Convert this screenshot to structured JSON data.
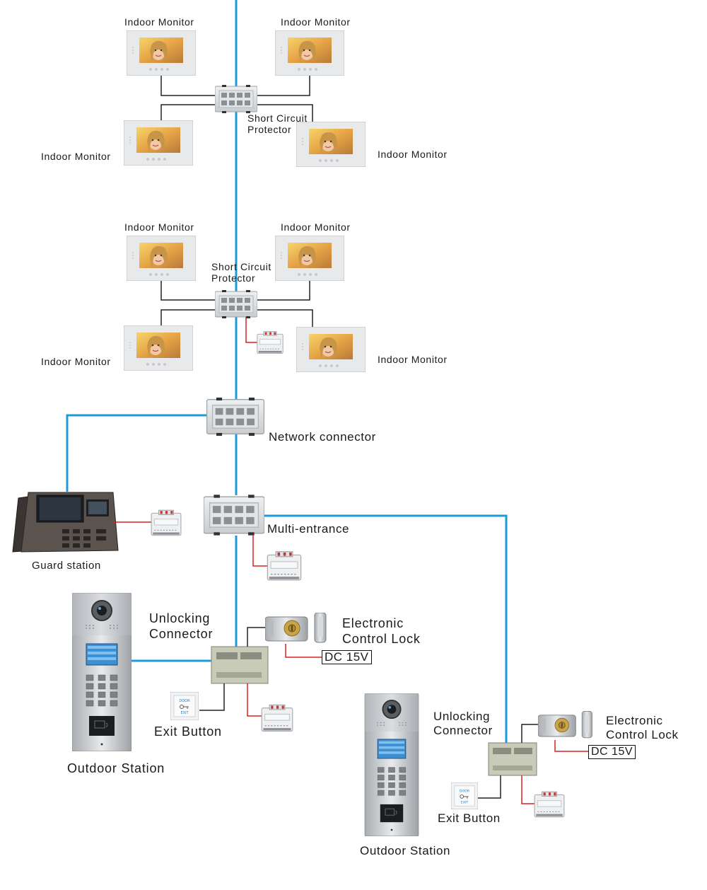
{
  "colors": {
    "bus_line": "#1e9bd7",
    "power_line": "#d62020",
    "wire": "#222222",
    "device_body": "#d9dde0",
    "monitor_frame": "#e4e6e8"
  },
  "floor1": {
    "monitor_tl": "Indoor Monitor",
    "monitor_tr": "Indoor Monitor",
    "monitor_bl": "Indoor Monitor",
    "monitor_br": "Indoor Monitor",
    "protector_line1": "Short Circuit",
    "protector_line2": "Protector"
  },
  "floor2": {
    "monitor_tl": "Indoor Monitor",
    "monitor_tr": "Indoor Monitor",
    "monitor_bl": "Indoor Monitor",
    "monitor_br": "Indoor Monitor",
    "protector_line1": "Short Circuit",
    "protector_line2": "Protector"
  },
  "network_connector": "Network connector",
  "multi_entrance": "Multi-entrance",
  "guard_station": "Guard station",
  "entrance_left": {
    "unlock_line1": "Unlocking",
    "unlock_line2": "Connector",
    "lock_line1": "Electronic",
    "lock_line2": "Control Lock",
    "dc": "DC 15V",
    "exit_button": "Exit Button",
    "outdoor_station": "Outdoor Station"
  },
  "entrance_right": {
    "unlock_line1": "Unlocking",
    "unlock_line2": "Connector",
    "lock_line1": "Electronic",
    "lock_line2": "Control Lock",
    "dc": "DC 15V",
    "exit_button": "Exit Button",
    "outdoor_station": "Outdoor Station"
  }
}
